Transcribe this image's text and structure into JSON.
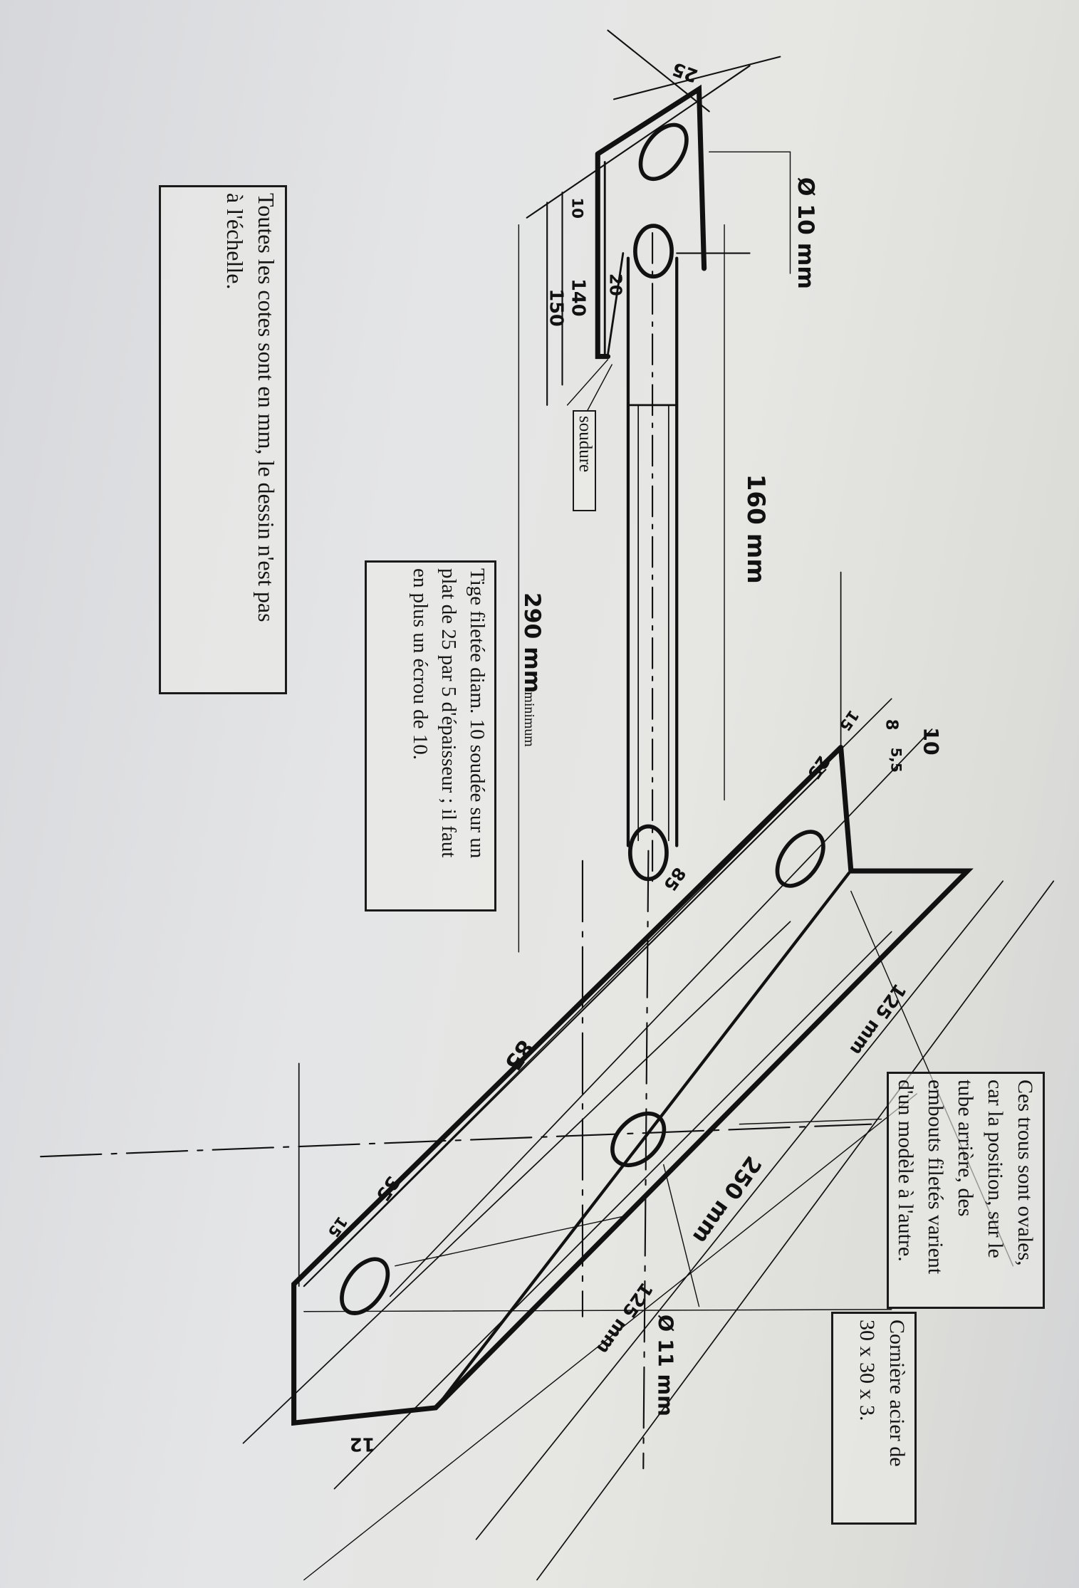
{
  "notes": {
    "holes_oval": [
      "Ces trous sont ovales,",
      "car la position, sur le",
      "tube arrière, des",
      "embouts filetés varient",
      "d'un modèle à l'autre."
    ],
    "corniere": [
      "Cornière acier de",
      "30 x 30 x 3."
    ],
    "tige": [
      "Tige filetée diam. 10 soudée sur un",
      "plat de 25 par 5 d'épaisseur ; il faut",
      "en plus un écrou de 10."
    ],
    "scale_note": [
      "Toutes les cotes sont en mm, le dessin n'est pas",
      "à l'échelle."
    ],
    "soudure": "soudure"
  },
  "dimensions": {
    "rod_hole_diameter": "Ø 10 mm",
    "rod_length": "160 mm",
    "total_length": "290 mm",
    "total_length_suffix": "minimum",
    "plate_width": "25",
    "plate_10": "10",
    "plate_140": "140",
    "plate_150": "150",
    "weld_20": "20",
    "angle_hole_diameter": "Ø 11 mm",
    "angle_250": "250 mm",
    "angle_125_top": "125 mm",
    "angle_125_bottom": "125 mm",
    "angle_10": "10",
    "angle_8": "8",
    "angle_5_5": "5,5",
    "angle_15_top": "15",
    "angle_25_top": "25",
    "angle_85_tube": "85",
    "angle_85_mid": "85",
    "angle_35": "35",
    "angle_15_bottom": "15",
    "angle_12": "12"
  }
}
